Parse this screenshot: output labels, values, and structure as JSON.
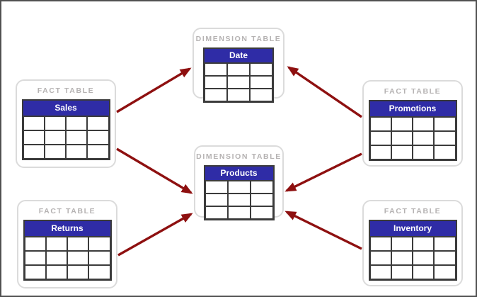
{
  "diagram": {
    "entities": {
      "date": {
        "kind_label": "DIMENSION TABLE",
        "name": "Date",
        "columns": 3,
        "rows": 3
      },
      "products": {
        "kind_label": "DIMENSION TABLE",
        "name": "Products",
        "columns": 3,
        "rows": 3
      },
      "sales": {
        "kind_label": "FACT TABLE",
        "name": "Sales",
        "columns": 4,
        "rows": 3
      },
      "returns": {
        "kind_label": "FACT TABLE",
        "name": "Returns",
        "columns": 4,
        "rows": 3
      },
      "promotions": {
        "kind_label": "FACT TABLE",
        "name": "Promotions",
        "columns": 4,
        "rows": 3
      },
      "inventory": {
        "kind_label": "FACT TABLE",
        "name": "Inventory",
        "columns": 4,
        "rows": 3
      }
    },
    "edges": [
      {
        "id": "sales-date",
        "from": "Sales",
        "to": "Date"
      },
      {
        "id": "sales-products",
        "from": "Sales",
        "to": "Products"
      },
      {
        "id": "returns-products",
        "from": "Returns",
        "to": "Products"
      },
      {
        "id": "promotions-date",
        "from": "Promotions",
        "to": "Date"
      },
      {
        "id": "promotions-products",
        "from": "Promotions",
        "to": "Products"
      },
      {
        "id": "inventory-products",
        "from": "Inventory",
        "to": "Products"
      }
    ],
    "colors": {
      "table_header_bg": "#2f2ca6",
      "table_header_text": "#ffffff",
      "arrow": "#8e1010",
      "table_border": "#3b3b3b",
      "container_border": "#dbdbdb",
      "kind_label_text": "#b5b2b2",
      "page_border": "#515151"
    }
  }
}
